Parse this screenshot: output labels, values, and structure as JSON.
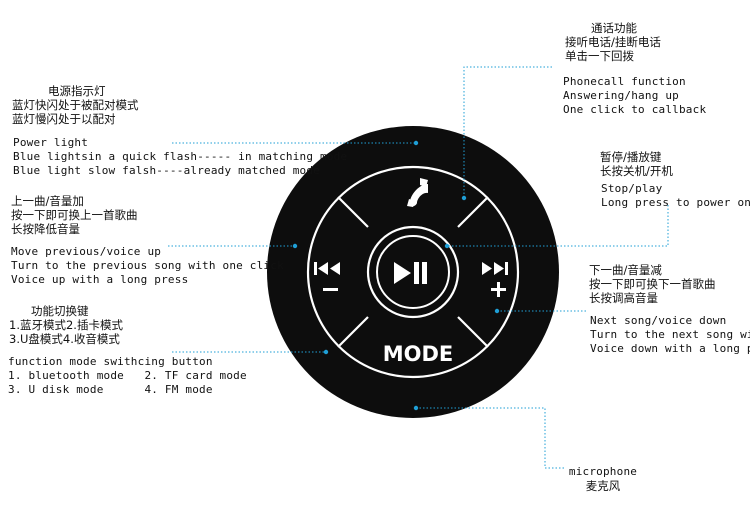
{
  "device": {
    "mode_label": "MODE"
  },
  "callouts": {
    "call": {
      "zh": [
        "通话功能",
        "接听电话/挂断电话",
        "单击一下回拨"
      ],
      "en": [
        "Phonecall function",
        "Answering/hang up",
        "One click to callback"
      ]
    },
    "power": {
      "zh": [
        "电源指示灯",
        "蓝灯快闪处于被配对模式",
        "蓝灯慢闪处于以配对"
      ],
      "en": [
        "Power light",
        "Blue lightsin a quick flash----- in matching mode",
        "Blue light slow falsh----already matched mode"
      ]
    },
    "play": {
      "zh": [
        "暂停/播放键",
        "长按关机/开机"
      ],
      "en": [
        "Stop/play",
        "Long press to power on"
      ]
    },
    "prev": {
      "zh": [
        "上一曲/音量加",
        "按一下即可换上一首歌曲",
        "长按降低音量"
      ],
      "en": [
        "Move previous/voice up",
        "Turn to the previous song with one click",
        "Voice up with a long press"
      ]
    },
    "next": {
      "zh": [
        "下一曲/音量减",
        "按一下即可换下一首歌曲",
        "长按调高音量"
      ],
      "en": [
        "Next song/voice down",
        "Turn to the next song with",
        "Voice down with a long pr"
      ]
    },
    "mode": {
      "zh": [
        "功能切换键",
        "1.蓝牙模式2.插卡模式",
        "3.U盘模式4.收音模式"
      ],
      "en": [
        "function mode swithcing button",
        "1. bluetooth mode   2. TF card mode",
        "3. U disk mode      4. FM mode"
      ]
    },
    "mic": {
      "en": "microphone",
      "zh": "麦克风"
    }
  },
  "colors": {
    "leader": "#1f9fd6",
    "device": "#0d0d0d",
    "ring": "#ffffff"
  }
}
